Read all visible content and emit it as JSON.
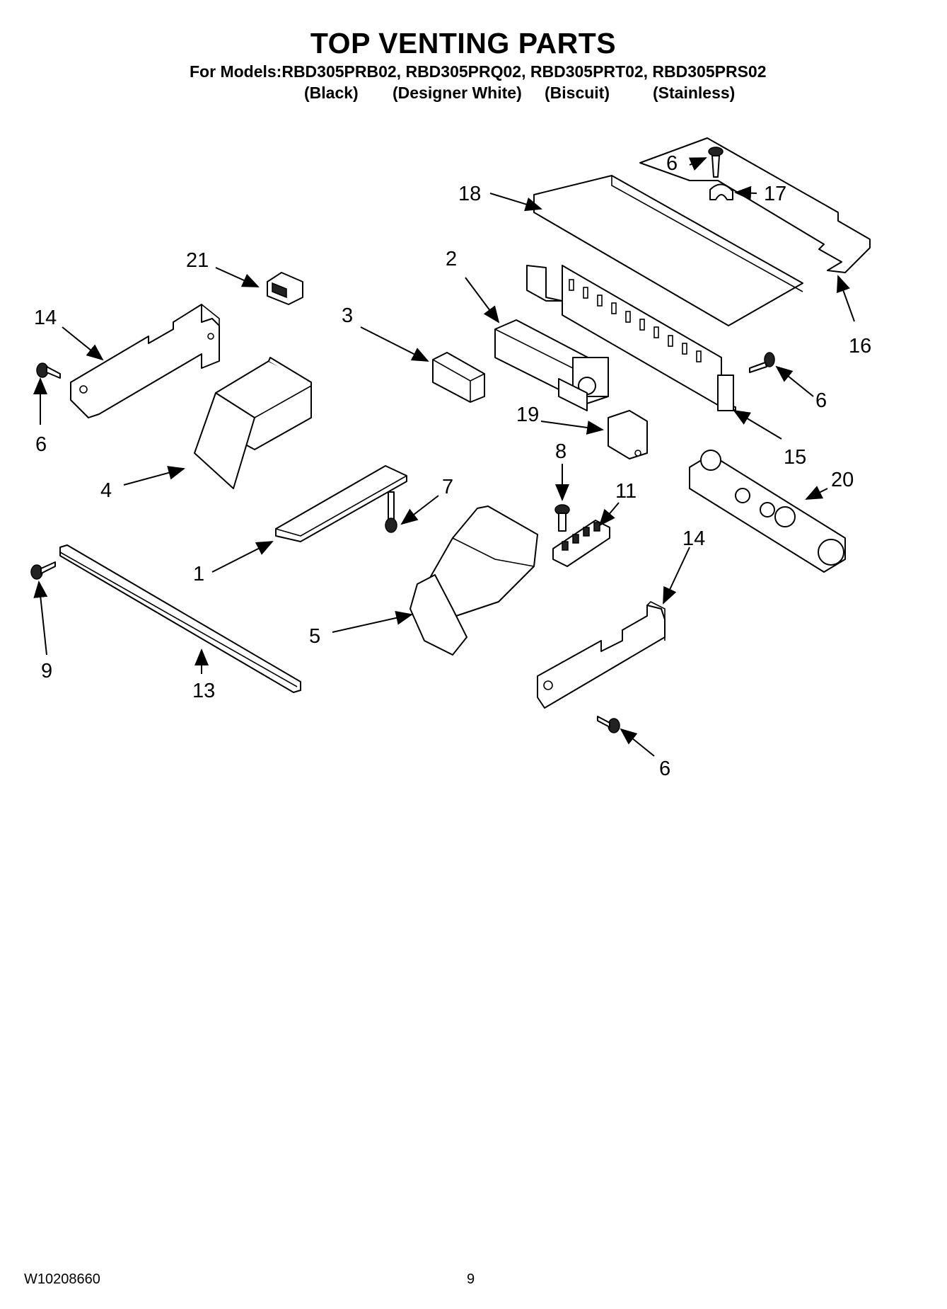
{
  "header": {
    "title": "TOP VENTING PARTS",
    "models": "For Models:RBD305PRB02, RBD305PRQ02, RBD305PRT02, RBD305PRS02",
    "variants": [
      "(Black)",
      "(Designer White)",
      "(Biscuit)",
      "(Stainless)"
    ]
  },
  "callouts": {
    "c1": "1",
    "c2": "2",
    "c3": "3",
    "c4": "4",
    "c5": "5",
    "c6a": "6",
    "c6b": "6",
    "c6c": "6",
    "c6d": "6",
    "c7": "7",
    "c8": "8",
    "c9": "9",
    "c11": "11",
    "c13": "13",
    "c14a": "14",
    "c14b": "14",
    "c15": "15",
    "c16": "16",
    "c17": "17",
    "c18": "18",
    "c19": "19",
    "c20": "20",
    "c21": "21"
  },
  "footer": {
    "doc_code": "W10208660",
    "page_number": "9"
  }
}
